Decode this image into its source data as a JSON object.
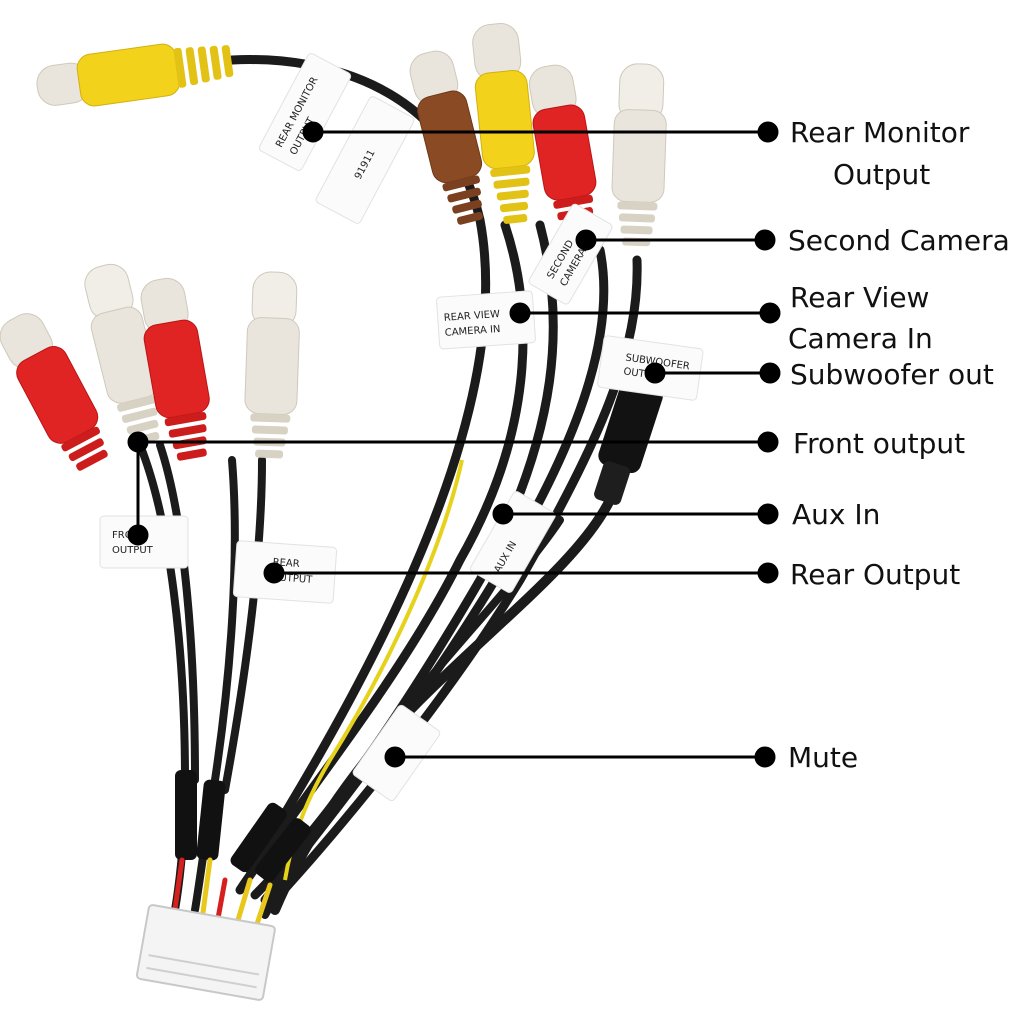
{
  "callouts": [
    {
      "id": "rear-monitor-output",
      "lines": [
        "Rear Monitor",
        "Output"
      ]
    },
    {
      "id": "second-camera",
      "lines": [
        "Second Camera"
      ]
    },
    {
      "id": "rear-view-camera-in",
      "lines": [
        "Rear View",
        "Camera In"
      ]
    },
    {
      "id": "subwoofer-out",
      "lines": [
        "Subwoofer out"
      ]
    },
    {
      "id": "front-output",
      "lines": [
        "Front output"
      ]
    },
    {
      "id": "aux-in",
      "lines": [
        "Aux In"
      ]
    },
    {
      "id": "rear-output",
      "lines": [
        "Rear Output"
      ]
    },
    {
      "id": "mute",
      "lines": [
        "Mute"
      ]
    }
  ],
  "tags": {
    "rear_monitor": [
      "REAR MONITOR",
      "OUTPUT"
    ],
    "part_number": "91911",
    "second_camera": [
      "SECOND",
      "CAMERA"
    ],
    "rear_view": [
      "REAR VIEW",
      "CAMERA IN"
    ],
    "subwoofer": [
      "SUBWOOFER",
      "OUTPUT"
    ],
    "front": [
      "FRONT",
      "OUTPUT"
    ],
    "rear": [
      "REAR",
      "OUTPUT"
    ],
    "aux": [
      "AUX IN"
    ]
  },
  "colors": {
    "yellow": "#f2d21b",
    "red": "#e02424",
    "white_plug": "#e9e5dc",
    "brown": "#8a4a24",
    "cable": "#1b1b1b",
    "pointer": "#000000"
  }
}
